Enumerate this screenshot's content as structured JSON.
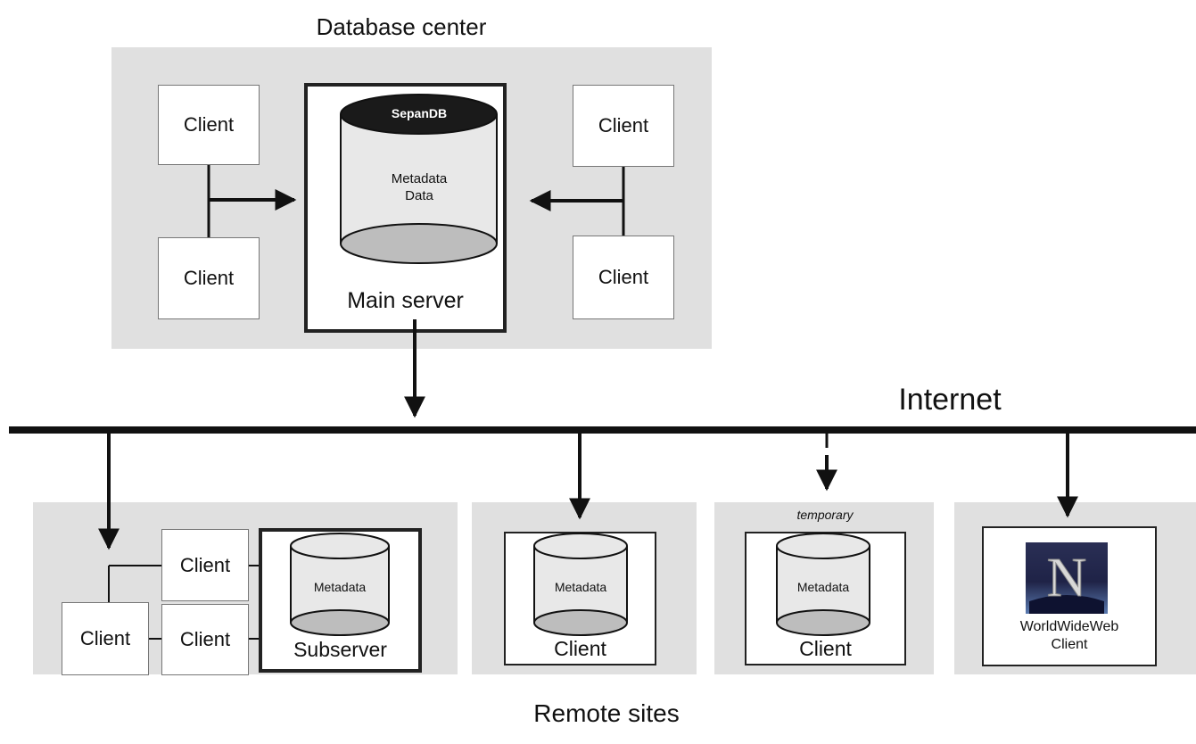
{
  "titles": {
    "database_center": "Database center",
    "internet": "Internet",
    "remote_sites": "Remote sites"
  },
  "main_server": {
    "db_name": "SepanDB",
    "contents_line1": "Metadata",
    "contents_line2": "Data",
    "label": "Main server"
  },
  "center_clients": [
    "Client",
    "Client",
    "Client",
    "Client"
  ],
  "remote": {
    "site1": {
      "clients": [
        "Client",
        "Client",
        "Client"
      ],
      "db_label": "Metadata",
      "server_label": "Subserver"
    },
    "site2": {
      "db_label": "Metadata",
      "label": "Client"
    },
    "site3": {
      "note": "temporary",
      "db_label": "Metadata",
      "label": "Client"
    },
    "site4": {
      "icon": "netscape-n-icon",
      "label_line1": "WorldWideWeb",
      "label_line2": "Client"
    }
  },
  "colors": {
    "region_bg": "#e0e0e0",
    "line": "#111111",
    "db_top_dark": "#1a1a1a",
    "db_bottom": "#bdbdbd"
  }
}
